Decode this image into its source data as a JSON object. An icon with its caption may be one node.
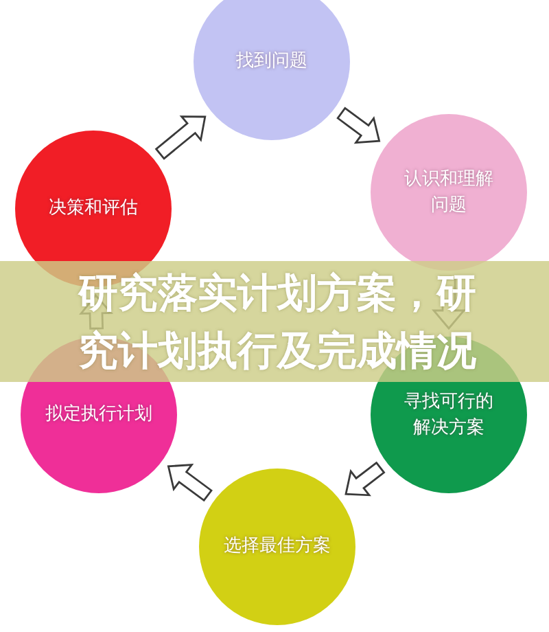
{
  "diagram": {
    "title": "研究落实计划方案，研究计划执行及完成情况",
    "nodes": [
      {
        "text": [
          "找到问题"
        ]
      },
      {
        "text": [
          "认识和理解问题"
        ]
      },
      {
        "text": [
          "寻找可行的解决方案"
        ]
      },
      {
        "text": [
          "选择最佳方案"
        ]
      },
      {
        "text": [
          "拟定执行计划"
        ]
      },
      {
        "text": [
          "决策和评估"
        ]
      }
    ],
    "edges": [
      {
        "from": 0,
        "to": 1,
        "arrow": "to"
      },
      {
        "from": 1,
        "to": 2,
        "arrow": "to"
      },
      {
        "from": 2,
        "to": 3,
        "arrow": "to"
      },
      {
        "from": 3,
        "to": 4,
        "arrow": "to"
      },
      {
        "from": 4,
        "to": 5,
        "arrow": "to"
      },
      {
        "from": 5,
        "to": 0,
        "arrow": "to"
      }
    ]
  }
}
